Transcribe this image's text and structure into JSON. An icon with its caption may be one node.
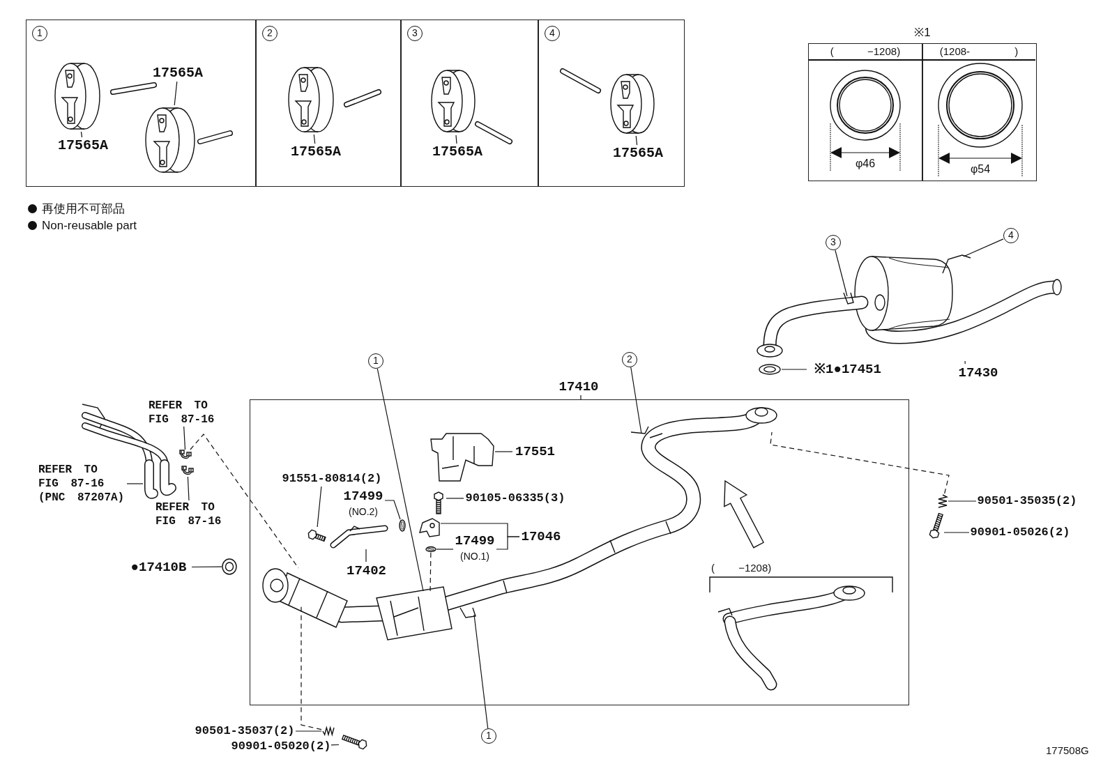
{
  "diagram": {
    "nodes": [
      {
        "text": [
          "1"
        ]
      },
      {
        "text": [
          "2"
        ]
      },
      {
        "text": [
          "3"
        ]
      },
      {
        "text": [
          "4"
        ]
      },
      {
        "text": [
          "17565A"
        ],
        "in": 0
      },
      {
        "text": [],
        "shape": "picture",
        "in": 0
      },
      {
        "text": [
          "17565A"
        ],
        "in": 0
      },
      {
        "text": [],
        "shape": "picture",
        "in": 0
      },
      {
        "text": [
          "17565A"
        ],
        "in": 1
      },
      {
        "text": [],
        "shape": "picture",
        "in": 1
      },
      {
        "text": [
          "17565A"
        ],
        "in": 2
      },
      {
        "text": [],
        "shape": "picture",
        "in": 2
      },
      {
        "text": [
          "17565A"
        ],
        "in": 3
      },
      {
        "text": [],
        "shape": "picture",
        "in": 3
      },
      {
        "text": [
          "※1"
        ]
      },
      {
        "text": [
          "( −1208)",
          "φ46"
        ],
        "in": 14
      },
      {
        "text": [
          "(1208- )",
          "φ54"
        ],
        "in": 14
      },
      {
        "text": [],
        "shape": "picture"
      },
      {
        "text": [
          "17430"
        ]
      },
      {
        "text": [
          "3"
        ]
      },
      {
        "text": [
          "4"
        ]
      },
      {
        "text": [],
        "shape": "picture"
      },
      {
        "text": [
          "※1●17451"
        ]
      },
      {
        "text": [
          "17410"
        ]
      },
      {
        "text": [
          "1"
        ]
      },
      {
        "text": [
          "2"
        ]
      },
      {
        "text": [
          "1"
        ]
      },
      {
        "text": [
          "REFER TO FIG 87-16"
        ]
      },
      {
        "text": [
          "REFER TO FIG 87-16 (PNC 87207A)"
        ]
      },
      {
        "text": [
          "REFER TO FIG 87-16"
        ]
      },
      {
        "text": [],
        "shape": "picture"
      },
      {
        "text": [],
        "shape": "picture"
      },
      {
        "text": [],
        "shape": "picture"
      },
      {
        "text": [
          "●17410B"
        ]
      },
      {
        "text": [],
        "shape": "picture"
      },
      {
        "text": [
          "91551-80814(2)"
        ],
        "in": 23
      },
      {
        "text": [],
        "shape": "picture",
        "in": 23
      },
      {
        "text": [
          "17499",
          "(NO.2)"
        ],
        "in": 23
      },
      {
        "text": [],
        "shape": "picture",
        "in": 23
      },
      {
        "text": [
          "17402"
        ],
        "in": 23
      },
      {
        "text": [],
        "shape": "picture",
        "in": 23
      },
      {
        "text": [
          "17551"
        ],
        "in": 23
      },
      {
        "text": [],
        "shape": "picture",
        "in": 23
      },
      {
        "text": [
          "90105-06335(3)"
        ],
        "in": 23
      },
      {
        "text": [],
        "shape": "picture",
        "in": 23
      },
      {
        "text": [],
        "shape": "picture",
        "in": 23
      },
      {
        "text": [
          "17499",
          "(NO.1)"
        ],
        "in": 23
      },
      {
        "text": [],
        "shape": "picture",
        "in": 23
      },
      {
        "text": [
          "17046"
        ],
        "in": 23
      },
      {
        "text": [
          "90501-35035(2)"
        ]
      },
      {
        "text": [],
        "shape": "picture"
      },
      {
        "text": [
          "90901-05026(2)"
        ]
      },
      {
        "text": [],
        "shape": "picture"
      },
      {
        "text": [
          "90501-35037(2)"
        ]
      },
      {
        "text": [],
        "shape": "picture"
      },
      {
        "text": [
          "90901-05020(2)"
        ]
      },
      {
        "text": [],
        "shape": "picture"
      },
      {
        "text": [
          "( −1208)"
        ],
        "in": 23
      }
    ],
    "edges": [
      {
        "from": 4,
        "to": 5,
        "arrow": "none"
      },
      {
        "from": 6,
        "to": 7,
        "arrow": "none"
      },
      {
        "from": 8,
        "to": 9,
        "arrow": "none"
      },
      {
        "from": 10,
        "to": 11,
        "arrow": "none"
      },
      {
        "from": 12,
        "to": 13,
        "arrow": "none"
      },
      {
        "from": 18,
        "to": 17,
        "arrow": "none"
      },
      {
        "from": 19,
        "to": 17,
        "arrow": "none"
      },
      {
        "from": 20,
        "to": 17,
        "arrow": "none"
      },
      {
        "from": 22,
        "to": 21,
        "arrow": "none"
      },
      {
        "from": 24,
        "to": null,
        "arrow": "none"
      },
      {
        "from": 25,
        "to": null,
        "arrow": "none"
      },
      {
        "from": 26,
        "to": null,
        "arrow": "none"
      },
      {
        "from": 27,
        "to": 31,
        "arrow": "none"
      },
      {
        "from": 28,
        "to": 30,
        "arrow": "none"
      },
      {
        "from": 29,
        "to": 32,
        "arrow": "none"
      },
      {
        "from": 31,
        "to": null,
        "arrow": "none",
        "style": "dashed"
      },
      {
        "from": 33,
        "to": 34,
        "arrow": "none"
      },
      {
        "from": 35,
        "to": 36,
        "arrow": "none"
      },
      {
        "from": 37,
        "to": 38,
        "arrow": "none"
      },
      {
        "from": 39,
        "to": 40,
        "arrow": "none"
      },
      {
        "from": 41,
        "to": 42,
        "arrow": "none"
      },
      {
        "from": 43,
        "to": 44,
        "arrow": "none"
      },
      {
        "from": 48,
        "to": 45,
        "arrow": "none"
      },
      {
        "from": 48,
        "to": 46,
        "arrow": "none"
      },
      {
        "from": 46,
        "to": 47,
        "arrow": "none"
      },
      {
        "from": 47,
        "to": null,
        "arrow": "none",
        "style": "dashed"
      },
      {
        "from": 49,
        "to": 50,
        "arrow": "none"
      },
      {
        "from": 51,
        "to": 52,
        "arrow": "none"
      },
      {
        "from": 53,
        "to": 54,
        "arrow": "none"
      },
      {
        "from": 55,
        "to": 56,
        "arrow": "none"
      },
      {
        "from": 50,
        "to": null,
        "arrow": "none",
        "style": "dashed"
      },
      {
        "from": 54,
        "to": null,
        "arrow": "none",
        "style": "dashed"
      }
    ],
    "labels": [
      "177508G"
    ],
    "legend": [
      {
        "text": "再使用不可部品"
      },
      {
        "text": "Non-reusable part"
      }
    ]
  }
}
